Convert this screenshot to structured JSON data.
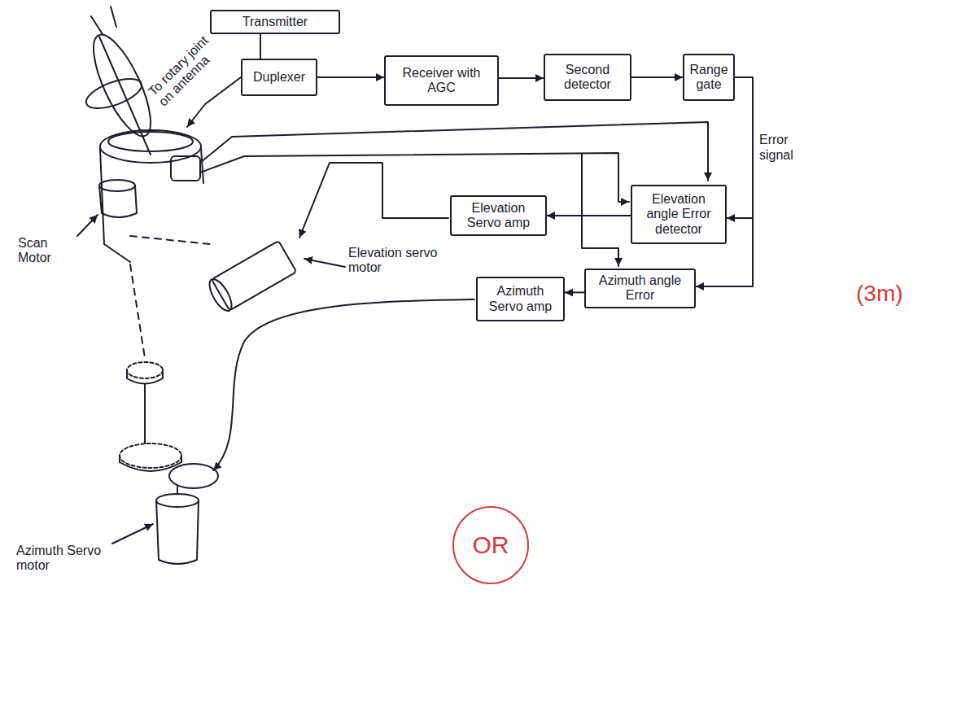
{
  "diagram": {
    "nodes": [
      {
        "text": [
          "Transmitter"
        ]
      },
      {
        "text": [
          "Duplexer"
        ]
      },
      {
        "text": [
          "Receiver with AGC"
        ]
      },
      {
        "text": [
          "Second detector"
        ]
      },
      {
        "text": [
          "Range gate"
        ]
      },
      {
        "text": [
          "Elevation angle Error detector"
        ]
      },
      {
        "text": [
          "Elevation Servo amp"
        ]
      },
      {
        "text": [
          "Azimuth angle Error"
        ]
      },
      {
        "text": [
          "Azimuth Servo amp"
        ]
      }
    ],
    "edges": [
      {
        "from": 1,
        "to": 0,
        "arrow": "to"
      },
      {
        "from": 1,
        "to": 2,
        "arrow": "to"
      },
      {
        "from": 2,
        "to": 3,
        "arrow": "to"
      },
      {
        "from": 3,
        "to": 4,
        "arrow": "to"
      },
      {
        "from": 4,
        "to": 5,
        "arrow": "to",
        "label": "Error signal"
      },
      {
        "from": 4,
        "to": 7,
        "arrow": "to"
      },
      {
        "from": 5,
        "to": 6,
        "arrow": "to"
      },
      {
        "from": 7,
        "to": 8,
        "arrow": "to"
      }
    ],
    "labels": [
      "To rotary joint on antenna",
      "Elevation servo motor",
      "Scan Motor",
      "Azimuth Servo motor",
      "OR",
      "(3m)"
    ]
  }
}
